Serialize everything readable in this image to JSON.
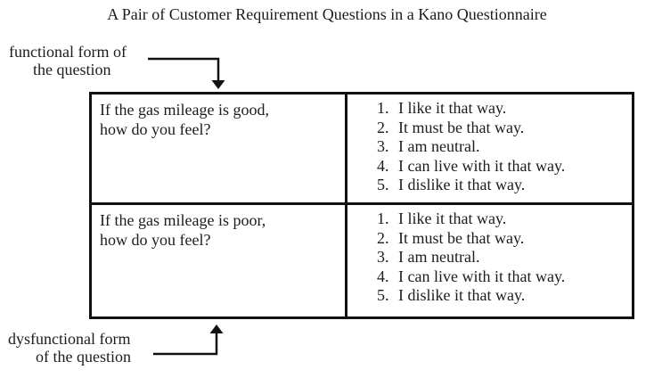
{
  "title": "A Pair of Customer Requirement Questions in a Kano Questionnaire",
  "annotations": {
    "functional": {
      "line1": "functional form of",
      "line2": "the question"
    },
    "dysfunctional": {
      "line1": "dysfunctional form",
      "line2": "of the question"
    }
  },
  "table": {
    "rows": [
      {
        "question_line1": "If the gas mileage is good,",
        "question_line2": "how do you feel?",
        "options": [
          {
            "num": "1.",
            "text": "I like it that way."
          },
          {
            "num": "2.",
            "text": "It must be that way."
          },
          {
            "num": "3.",
            "text": "I am neutral."
          },
          {
            "num": "4.",
            "text": "I can live with it that way."
          },
          {
            "num": "5.",
            "text": "I dislike it that way."
          }
        ]
      },
      {
        "question_line1": "If the gas mileage is poor,",
        "question_line2": "how do you feel?",
        "options": [
          {
            "num": "1.",
            "text": "I like it that way."
          },
          {
            "num": "2.",
            "text": "It must be that way."
          },
          {
            "num": "3.",
            "text": "I am neutral."
          },
          {
            "num": "4.",
            "text": "I can live with it that way."
          },
          {
            "num": "5.",
            "text": "I dislike it that way."
          }
        ]
      }
    ]
  },
  "colors": {
    "text": "#1c1c1c",
    "border": "#111111",
    "background": "#ffffff"
  }
}
